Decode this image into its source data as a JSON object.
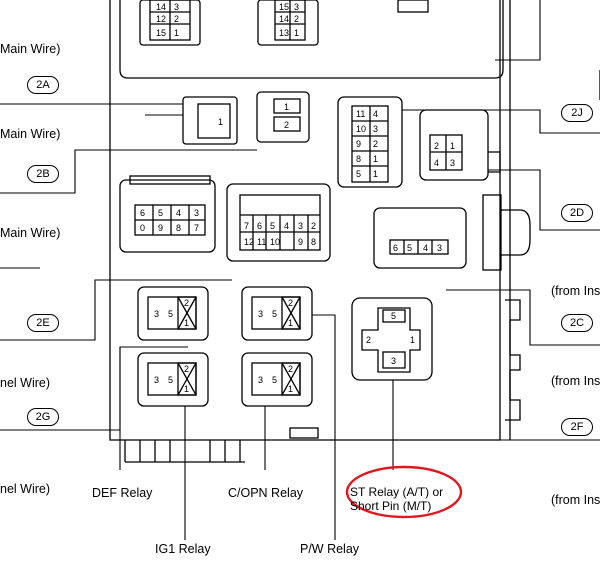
{
  "left_labels": {
    "main_wire_1": "Main Wire)",
    "main_wire_2": "Main Wire)",
    "main_wire_3": "Main Wire)",
    "panel_wire_1": "nel Wire)",
    "panel_wire_2": "nel Wire)"
  },
  "right_labels": {
    "from_ins_1": "(from Ins",
    "from_ins_2": "(from Ins",
    "from_ins_3": "(from Ins"
  },
  "connectors": {
    "c2A": "2A",
    "c2B": "2B",
    "c2E": "2E",
    "c2G": "2G",
    "c2J": "2J",
    "c2D": "2D",
    "c2C": "2C",
    "c2F": "2F"
  },
  "relays": {
    "def": "DEF Relay",
    "copn": "C/OPN Relay",
    "st_line1": "ST Relay (A/T) or",
    "st_line2": "Short Pin (M/T)",
    "ig1": "IG1 Relay",
    "pw": "P/W Relay"
  },
  "highlight_color": "#e0181f"
}
